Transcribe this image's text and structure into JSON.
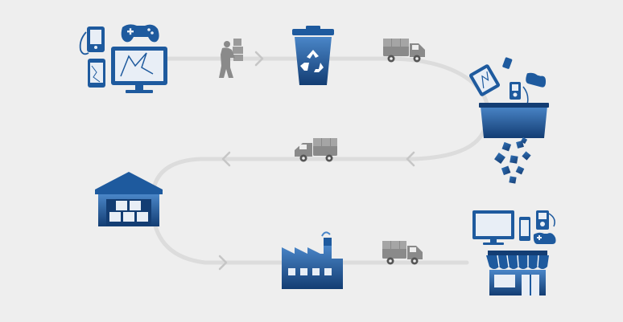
{
  "diagram": {
    "kind": "electronics recycling cycle",
    "stages": [
      {
        "id": "old-electronics",
        "icons": [
          "tablet-icon",
          "game-controller-icon",
          "cracked-monitor-icon",
          "cracked-phone-icon",
          "mp3-player-icon"
        ]
      },
      {
        "id": "collection",
        "icons": [
          "person-carrying-boxes-icon"
        ]
      },
      {
        "id": "recycling",
        "icons": [
          "recycle-bin-icon"
        ]
      },
      {
        "id": "transport-1",
        "icons": [
          "truck-icon"
        ]
      },
      {
        "id": "processing",
        "icons": [
          "shredder-basket-icon",
          "debris-pieces-icon"
        ]
      },
      {
        "id": "transport-2",
        "icons": [
          "truck-icon"
        ]
      },
      {
        "id": "storage",
        "icons": [
          "warehouse-icon"
        ]
      },
      {
        "id": "manufacturing",
        "icons": [
          "factory-icon"
        ]
      },
      {
        "id": "transport-3",
        "icons": [
          "truck-icon"
        ]
      },
      {
        "id": "retail",
        "icons": [
          "store-icon",
          "monitor-icon",
          "smartphone-icon",
          "mp3-player-icon",
          "game-controller-icon"
        ]
      }
    ],
    "colors": {
      "background": "#eeeeee",
      "path": "#dddddd",
      "arrow": "#c8c8c8",
      "primary_blue": "#1e5a9e",
      "dark_blue": "#133d73",
      "light_blue": "#4a86c8",
      "gray_icon": "#8a8a8a",
      "dark_gray": "#555555"
    }
  }
}
